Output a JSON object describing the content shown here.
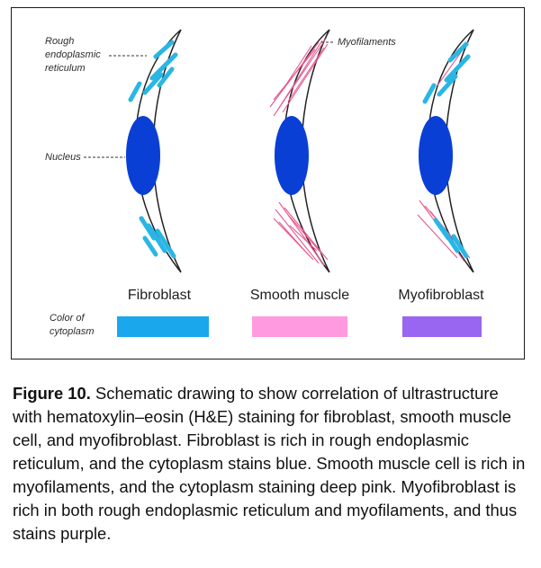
{
  "diagram": {
    "annotations": {
      "rer_line1": "Rough",
      "rer_line2": "endoplasmic",
      "rer_line3": "reticulum",
      "nucleus": "Nucleus",
      "myofilaments": "Myofilaments",
      "color_line1": "Color of",
      "color_line2": "cytoplasm"
    },
    "cells": [
      {
        "label": "Fibroblast",
        "swatch_color": "#1aa7ec",
        "rer_color": "#2ab6e4",
        "has_rer": true,
        "has_myofilaments": false
      },
      {
        "label": "Smooth muscle",
        "swatch_color": "#ff99e0",
        "filament_color": "#e8588f",
        "has_rer": false,
        "has_myofilaments": true
      },
      {
        "label": "Myofibroblast",
        "swatch_color": "#9966f2",
        "rer_color": "#2ab6e4",
        "filament_color": "#e8588f",
        "has_rer": true,
        "has_myofilaments": true
      }
    ],
    "nucleus_color": "#0a3fd6"
  },
  "caption": {
    "label": "Figure 10.",
    "text": " Schematic drawing to show correlation of ultrastructure with hematoxylin–eosin (H&E) staining for fibroblast, smooth muscle cell, and myofibroblast. Fibroblast is rich in rough endoplasmic reticulum, and the cytoplasm stains blue. Smooth muscle cell is rich in myofilaments, and the cytoplasm staining deep pink. Myofibroblast is rich in both rough endoplasmic reticulum and myofilaments, and thus stains purple."
  }
}
